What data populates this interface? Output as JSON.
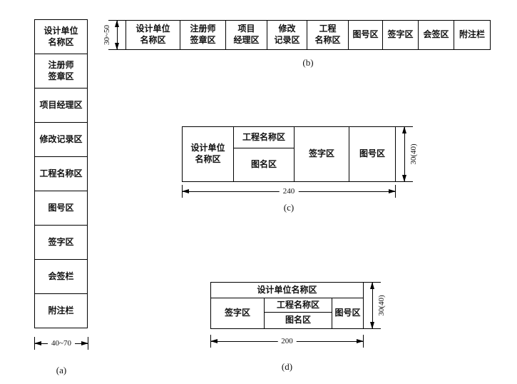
{
  "panel_a": {
    "cells": [
      "设计单位\n名称区",
      "注册师\n签章区",
      "项目经理区",
      "修改记录区",
      "工程名称区",
      "图号区",
      "签字区",
      "会签栏",
      "附注栏"
    ],
    "width_dim": "40~70",
    "caption": "(a)"
  },
  "panel_b": {
    "cells": [
      "设计单位\n名称区",
      "注册师\n签章区",
      "项目\n经理区",
      "修改\n记录区",
      "工程\n名称区",
      "图号区",
      "签字区",
      "会签区",
      "附注栏"
    ],
    "height_dim": "30~50",
    "caption": "(b)"
  },
  "panel_c": {
    "design_unit": "设计单位\n名称区",
    "project_name": "工程名称区",
    "drawing_name": "图名区",
    "signature": "签字区",
    "drawing_no": "图号区",
    "width_dim": "240",
    "height_dim": "30(40)",
    "caption": "(c)"
  },
  "panel_d": {
    "design_unit": "设计单位名称区",
    "signature": "签字区",
    "project_name": "工程名称区",
    "drawing_name": "图名区",
    "drawing_no": "图号区",
    "width_dim": "200",
    "height_dim": "30(40)",
    "caption": "(d)"
  }
}
